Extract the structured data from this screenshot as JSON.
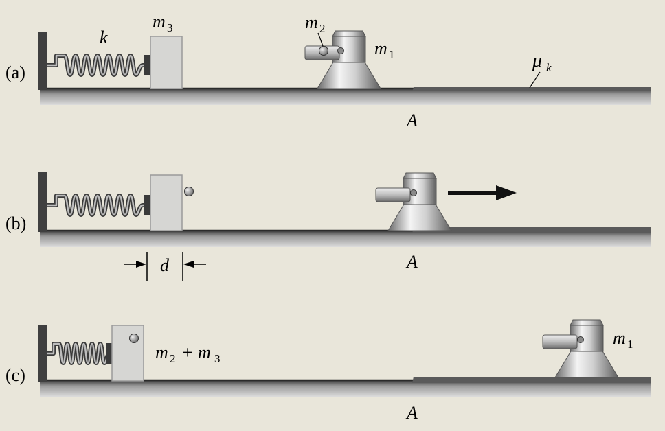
{
  "panels": {
    "a": {
      "label": "(a)",
      "spring_label": "k",
      "block_label": "m",
      "block_sub": "3",
      "ball_label": "m",
      "ball_sub": "2",
      "cannon_label": "m",
      "cannon_sub": "1",
      "friction_label": "μ",
      "friction_sub": "k",
      "point_label": "A"
    },
    "b": {
      "label": "(b)",
      "distance_label": "d",
      "point_label": "A"
    },
    "c": {
      "label": "(c)",
      "combined_label": "m",
      "combined_sub1": "2",
      "combined_plus": "+ m",
      "combined_sub2": "3",
      "cannon_label": "m",
      "cannon_sub": "1",
      "point_label": "A"
    }
  },
  "colors": {
    "background": "#e9e6da",
    "floor": "#4a4a4a",
    "block": "#d6d6d3",
    "metal_dark": "#6f6f6f",
    "metal_light": "#f2f2f2"
  }
}
